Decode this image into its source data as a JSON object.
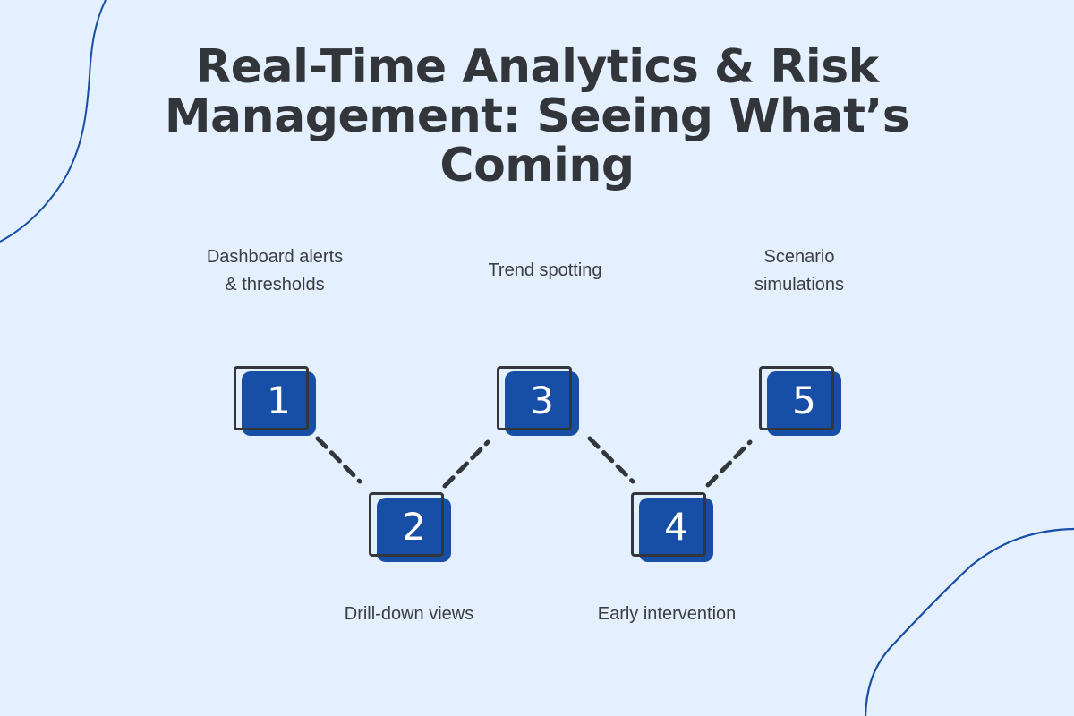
{
  "title": {
    "lines": [
      "Real-Time Analytics & Risk",
      "Management: Seeing What’s",
      "Coming"
    ]
  },
  "colors": {
    "background": "#e4efff",
    "accent": "#174ea6",
    "text": "#32363a",
    "outline": "#33373b"
  },
  "steps": [
    {
      "number": "1",
      "label_lines": [
        "Dashboard alerts",
        "& thresholds"
      ],
      "position": "top"
    },
    {
      "number": "2",
      "label_lines": [
        "Drill-down views"
      ],
      "position": "bottom"
    },
    {
      "number": "3",
      "label_lines": [
        "Trend spotting"
      ],
      "position": "top"
    },
    {
      "number": "4",
      "label_lines": [
        "Early intervention"
      ],
      "position": "bottom"
    },
    {
      "number": "5",
      "label_lines": [
        "Scenario",
        "simulations"
      ],
      "position": "top"
    }
  ]
}
